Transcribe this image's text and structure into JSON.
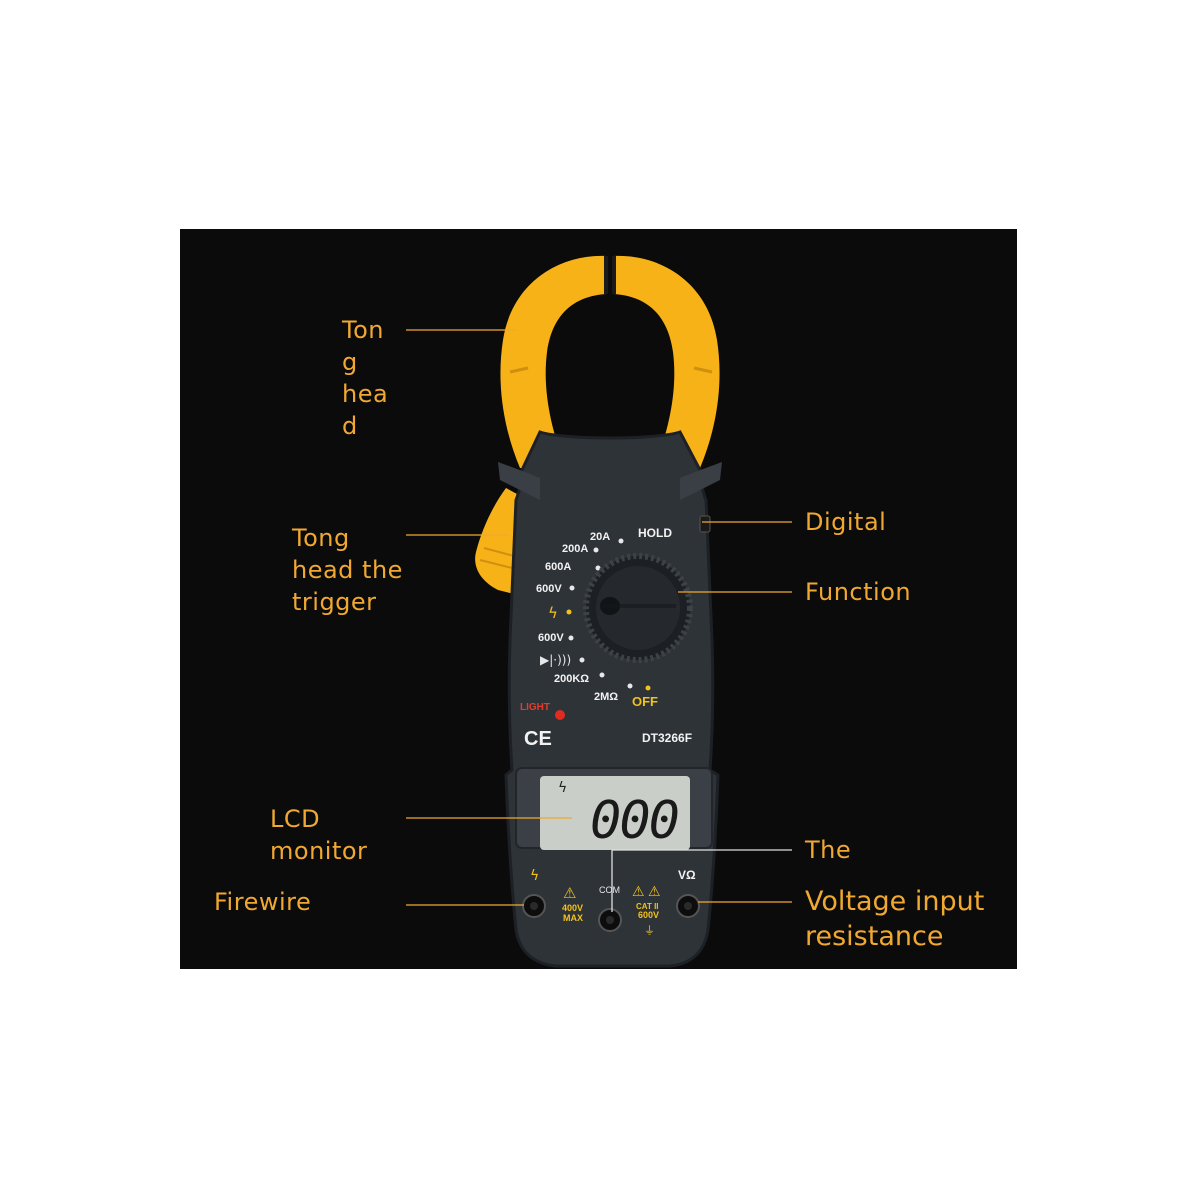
{
  "colors": {
    "background": "#ffffff",
    "panel": "#0b0b0b",
    "label": "#f0a830",
    "clamp": "#f7b218",
    "body": "#2e3338",
    "lcd": "#c9cfc8"
  },
  "labels": {
    "tong_head": [
      "Ton",
      "g",
      "hea",
      "d"
    ],
    "trigger": [
      "Tong",
      "head the",
      "trigger"
    ],
    "digital": "Digital",
    "function": "Function",
    "lcd_monitor": [
      "LCD",
      "monitor"
    ],
    "the": "The",
    "firewire": "Firewire",
    "voltage_input": [
      "Voltage input",
      "resistance"
    ]
  },
  "meter": {
    "model": "DT3266F",
    "hold": "HOLD",
    "light": "LIGHT",
    "ce": "CE",
    "lcd_reading": "000",
    "range_labels": {
      "a20": "20A",
      "a200": "200A",
      "a600": "600A",
      "v600ac": "600V",
      "v600dc": "600V",
      "k200": "200KΩ",
      "m2": "2MΩ",
      "off": "OFF"
    },
    "terminals": {
      "com": "COM",
      "vohm": "VΩ",
      "max_voltage": "400V",
      "max": "MAX",
      "cat": "CAT II",
      "cat_voltage": "600V"
    }
  }
}
